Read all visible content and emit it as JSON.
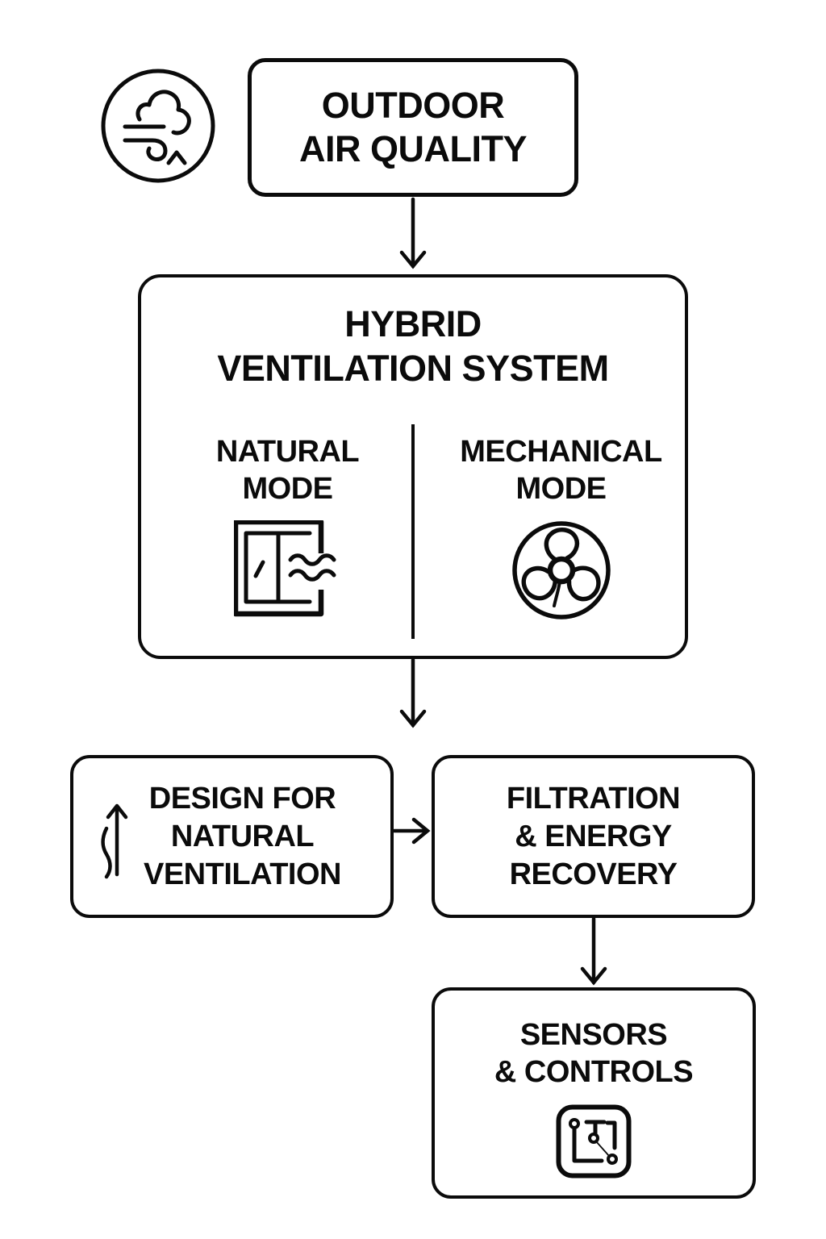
{
  "page": {
    "background_color": "#ffffff",
    "ink_color": "#0b0b0b"
  },
  "nodes": {
    "outdoor": {
      "lines": [
        "OUTDOOR",
        "AIR QUALITY"
      ],
      "icon": "wind-cloud-icon"
    },
    "hybrid": {
      "title_lines": [
        "HYBRID",
        "VENTILATION SYSTEM"
      ],
      "natural": {
        "lines": [
          "NATURAL",
          "MODE"
        ],
        "icon": "open-window-airflow-icon"
      },
      "mechanical": {
        "lines": [
          "MECHANICAL",
          "MODE"
        ],
        "icon": "fan-icon"
      }
    },
    "design": {
      "lines": [
        "DESIGN FOR",
        "NATURAL",
        "VENTILATION"
      ],
      "icon": "rising-airflow-arrow-icon"
    },
    "filtration": {
      "lines": [
        "FILTRATION",
        "& ENERGY",
        "RECOVERY"
      ]
    },
    "sensors": {
      "lines": [
        "SENSORS",
        "& CONTROLS"
      ],
      "icon": "circuit-board-icon"
    }
  },
  "connectors": [
    {
      "from": "outdoor",
      "to": "hybrid",
      "direction": "down"
    },
    {
      "from": "hybrid",
      "to": "bottom-row",
      "direction": "down"
    },
    {
      "from": "design",
      "to": "filtration",
      "direction": "right"
    },
    {
      "from": "filtration",
      "to": "sensors",
      "direction": "down"
    }
  ]
}
